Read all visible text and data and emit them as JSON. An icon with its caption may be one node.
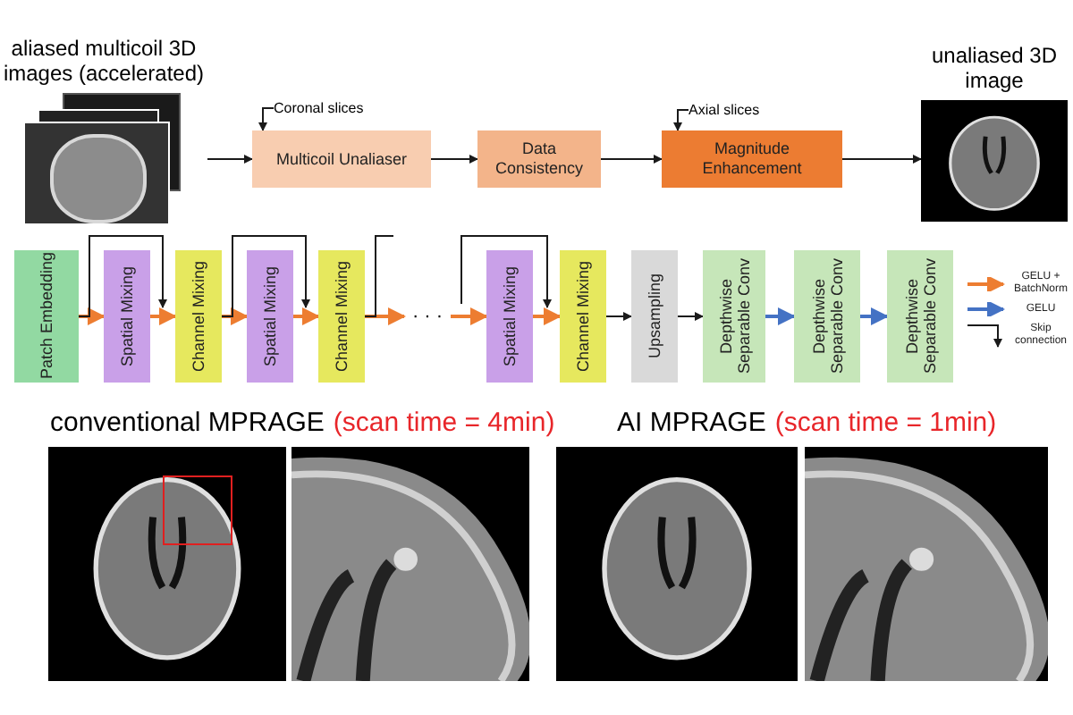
{
  "diagram": {
    "nodes": [
      {
        "text": [
          "aliased multicoil 3D images (accelerated)"
        ]
      },
      {
        "text": [
          "Coronal slices"
        ]
      },
      {
        "text": [
          "Multicoil Unaliaser"
        ]
      },
      {
        "text": [
          "Data Consistency"
        ]
      },
      {
        "text": [
          "Axial slices"
        ]
      },
      {
        "text": [
          "Magnitude Enhancement"
        ]
      },
      {
        "text": [
          "unaliased 3D image"
        ]
      },
      {
        "text": [
          "Patch Embedding"
        ]
      },
      {
        "text": [
          "Spatial Mixing"
        ]
      },
      {
        "text": [
          "Channel Mixing"
        ]
      },
      {
        "text": [
          "Spatial Mixing"
        ]
      },
      {
        "text": [
          "Channel Mixing"
        ]
      },
      {
        "text": [
          "· · ·"
        ]
      },
      {
        "text": [
          "Spatial Mixing"
        ]
      },
      {
        "text": [
          "Channel Mixing"
        ]
      },
      {
        "text": [
          "Upsampling"
        ]
      },
      {
        "text": [
          "Depthwise Separable Conv"
        ]
      },
      {
        "text": [
          "Depthwise Separable Conv"
        ]
      },
      {
        "text": [
          "Depthwise Separable Conv"
        ]
      }
    ],
    "edges": [
      {
        "from": 0,
        "to": 2,
        "arrow": "to"
      },
      {
        "from": 1,
        "to": 2,
        "arrow": "to"
      },
      {
        "from": 2,
        "to": 3,
        "arrow": "to"
      },
      {
        "from": 3,
        "to": 5,
        "arrow": "to"
      },
      {
        "from": 4,
        "to": 5,
        "arrow": "to"
      },
      {
        "from": 5,
        "to": 6,
        "arrow": "to"
      },
      {
        "from": 7,
        "to": 8,
        "arrow": "to",
        "color": "#ed7d31"
      },
      {
        "from": 8,
        "to": 9,
        "arrow": "to",
        "color": "#ed7d31"
      },
      {
        "from": 9,
        "to": 10,
        "arrow": "to",
        "color": "#ed7d31"
      },
      {
        "from": 10,
        "to": 11,
        "arrow": "to",
        "color": "#ed7d31"
      },
      {
        "from": 11,
        "to": 12,
        "arrow": "to",
        "color": "#ed7d31"
      },
      {
        "from": 12,
        "to": 13,
        "arrow": "to",
        "color": "#ed7d31"
      },
      {
        "from": 13,
        "to": 14,
        "arrow": "to",
        "color": "#ed7d31"
      },
      {
        "from": 14,
        "to": 15,
        "arrow": "to"
      },
      {
        "from": 15,
        "to": 16,
        "arrow": "to"
      },
      {
        "from": 16,
        "to": 17,
        "arrow": "to",
        "color": "#4472c4"
      },
      {
        "from": 17,
        "to": 18,
        "arrow": "to",
        "color": "#4472c4"
      },
      {
        "from": 7,
        "to": 9,
        "arrow": "to"
      },
      {
        "from": 9,
        "to": 11,
        "arrow": "to"
      },
      {
        "from": 11,
        "to": null,
        "arrow": "none"
      },
      {
        "from": 12,
        "to": 14,
        "arrow": "to"
      }
    ],
    "labels": [
      "conventional MPRAGE",
      "(scan time = 4min)",
      "AI MPRAGE",
      "(scan time = 1min)"
    ],
    "legend": [
      {
        "text": "GELU + BatchNorm"
      },
      {
        "text": "GELU"
      },
      {
        "text": "Skip connection"
      }
    ]
  }
}
